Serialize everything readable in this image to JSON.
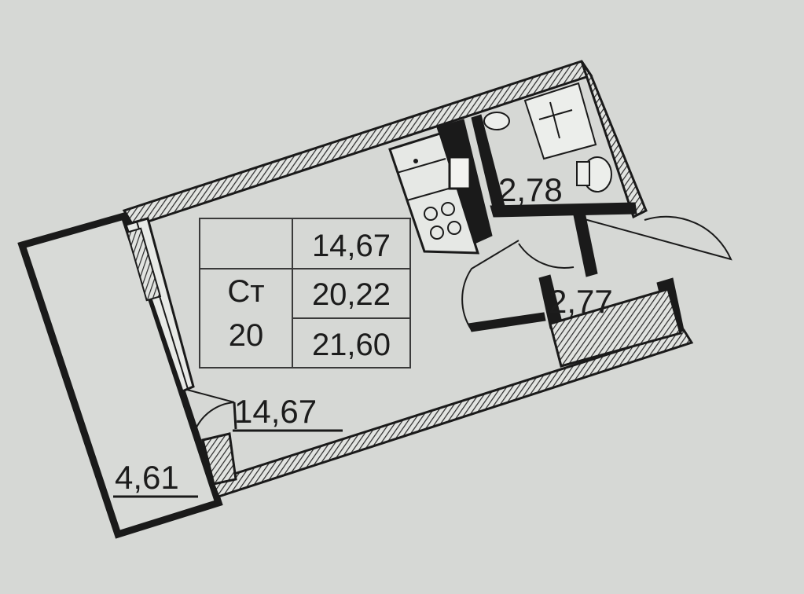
{
  "summary_table": {
    "room_type": "Ст",
    "room_number": "20",
    "living_area": "14,67",
    "area_total_excl_balcony": "20,22",
    "area_total_incl_balcony": "21,60"
  },
  "room_labels": {
    "main_room": "14,67",
    "balcony": "4,61",
    "bathroom": "2,78",
    "hallway": "2,77"
  },
  "colors": {
    "background": "#d6d8d5",
    "wall_dark": "#1a1a1a",
    "wall_hatch": "#3a3a3a",
    "text": "#1c1c1c"
  }
}
